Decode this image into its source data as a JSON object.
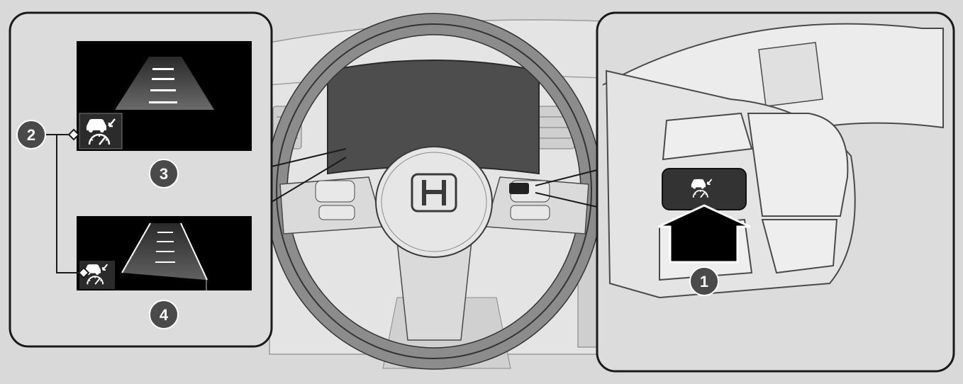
{
  "callouts": [
    {
      "id": "1",
      "label": "1"
    },
    {
      "id": "2",
      "label": "2"
    },
    {
      "id": "3",
      "label": "3"
    },
    {
      "id": "4",
      "label": "4"
    }
  ],
  "colors": {
    "background": "#d9d9d9",
    "panel": "#dcdcdc",
    "display": "#000000",
    "callout_fill": "#4a4a4a",
    "outline": "#1a1a1a"
  },
  "icons": {
    "display_icon": "lane-keep-assist-icon",
    "button_icon": "lane-keep-assist-icon",
    "emblem": "honda-emblem-icon",
    "press_arrow": "arrow-up-icon"
  }
}
